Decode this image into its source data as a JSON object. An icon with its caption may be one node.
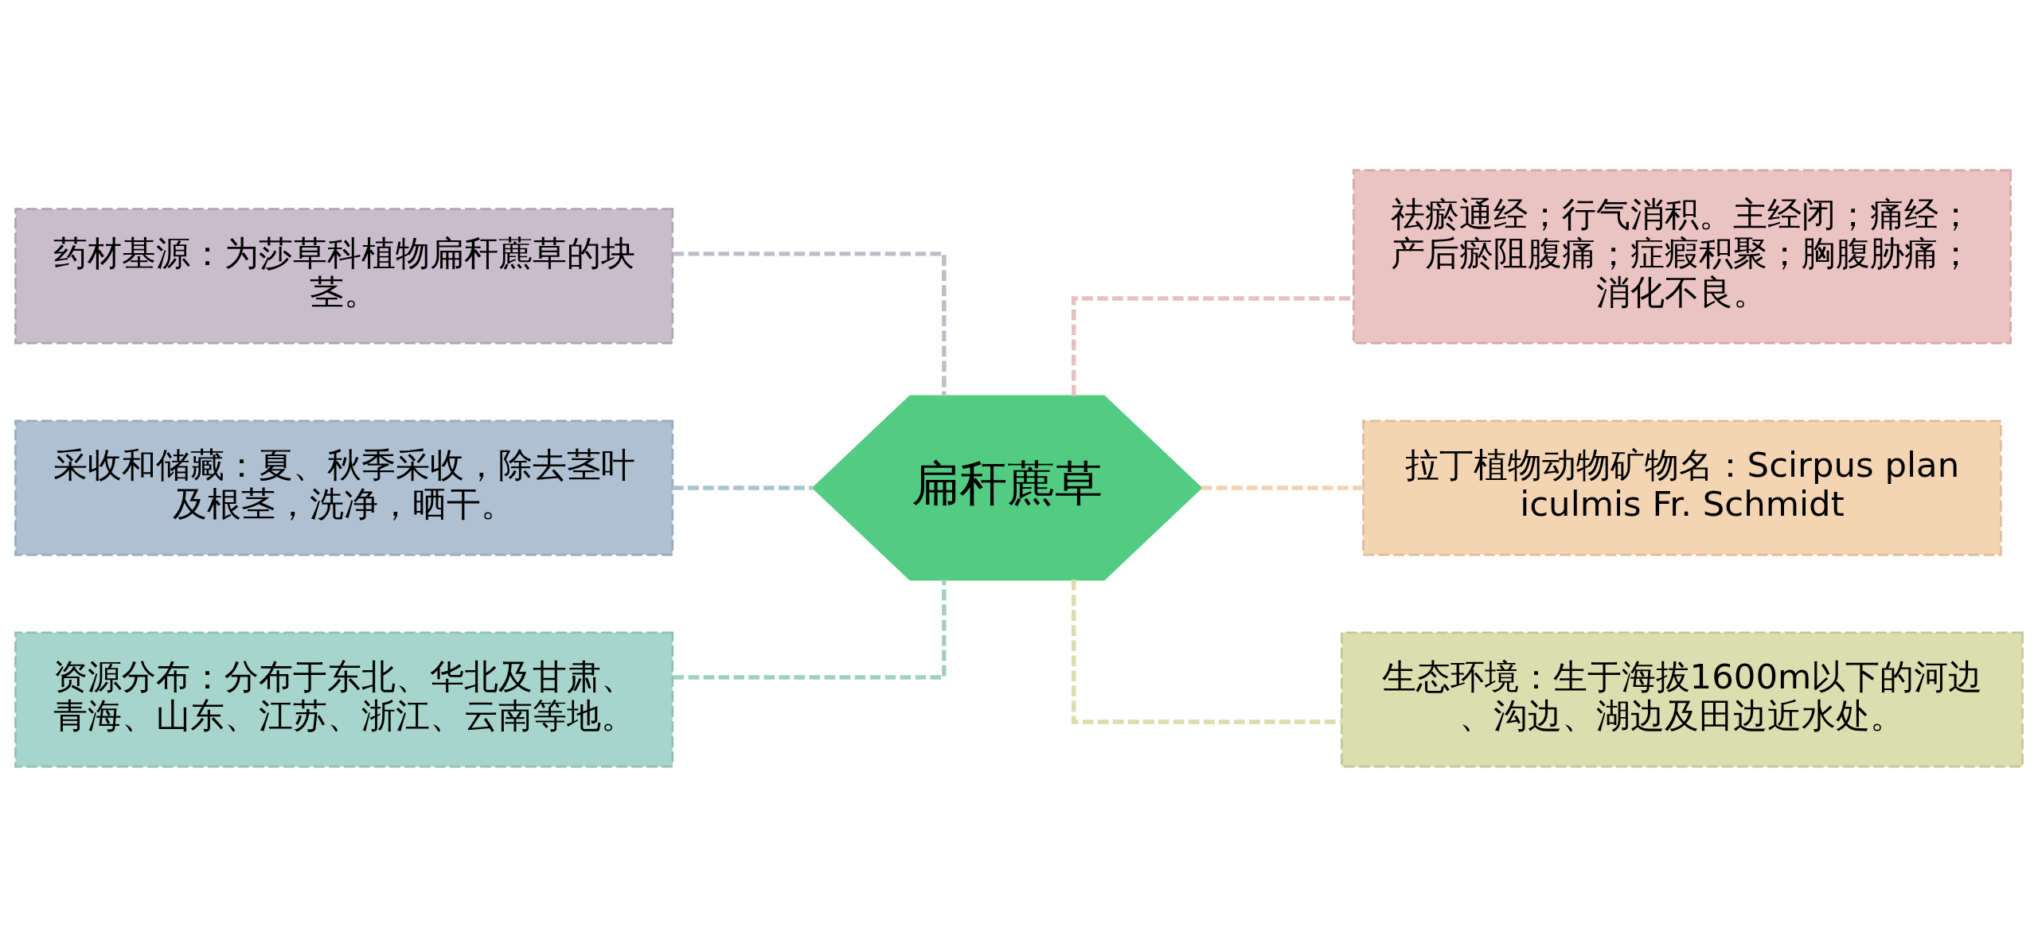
{
  "diagram": {
    "nodes": [
      {
        "text": [
          "扁秆藨草"
        ]
      },
      {
        "text": [
          "药材基源：为莎草科植物扁秆藨草的块茎。"
        ]
      },
      {
        "text": [
          "采收和储藏：夏、秋季采收，除去茎叶及根茎，洗净，晒干。"
        ]
      },
      {
        "text": [
          "资源分布：分布于东北、华北及甘肃、青海、山东、江苏、浙江、云南等地。"
        ]
      },
      {
        "text": [
          "祛瘀通经；行气消积。主经闭；痛经；产后瘀阻腹痛；症瘕积聚；胸腹胁痛；消化不良。"
        ]
      },
      {
        "text": [
          "拉丁植物动物矿物名：Scirpus planiculmis Fr. Schmidt"
        ]
      },
      {
        "text": [
          "生态环境：生于海拔1600m以下的河边、沟边、湖边及田边近水处。"
        ]
      }
    ],
    "edges": [
      {
        "from": 1,
        "to": 0,
        "arrow": "none",
        "style": "dashed",
        "color": "#c0bcc8"
      },
      {
        "from": 2,
        "to": 0,
        "arrow": "none",
        "style": "dashed",
        "color": "#a8c4d0"
      },
      {
        "from": 3,
        "to": 0,
        "arrow": "none",
        "style": "dashed",
        "color": "#a0d0c4"
      },
      {
        "from": 0,
        "to": 4,
        "arrow": "none",
        "style": "dashed",
        "color": "#e8c0c0"
      },
      {
        "from": 0,
        "to": 5,
        "arrow": "none",
        "style": "dashed",
        "color": "#f0d4b0"
      },
      {
        "from": 0,
        "to": 6,
        "arrow": "none",
        "style": "dashed",
        "color": "#dcdcac"
      }
    ]
  }
}
